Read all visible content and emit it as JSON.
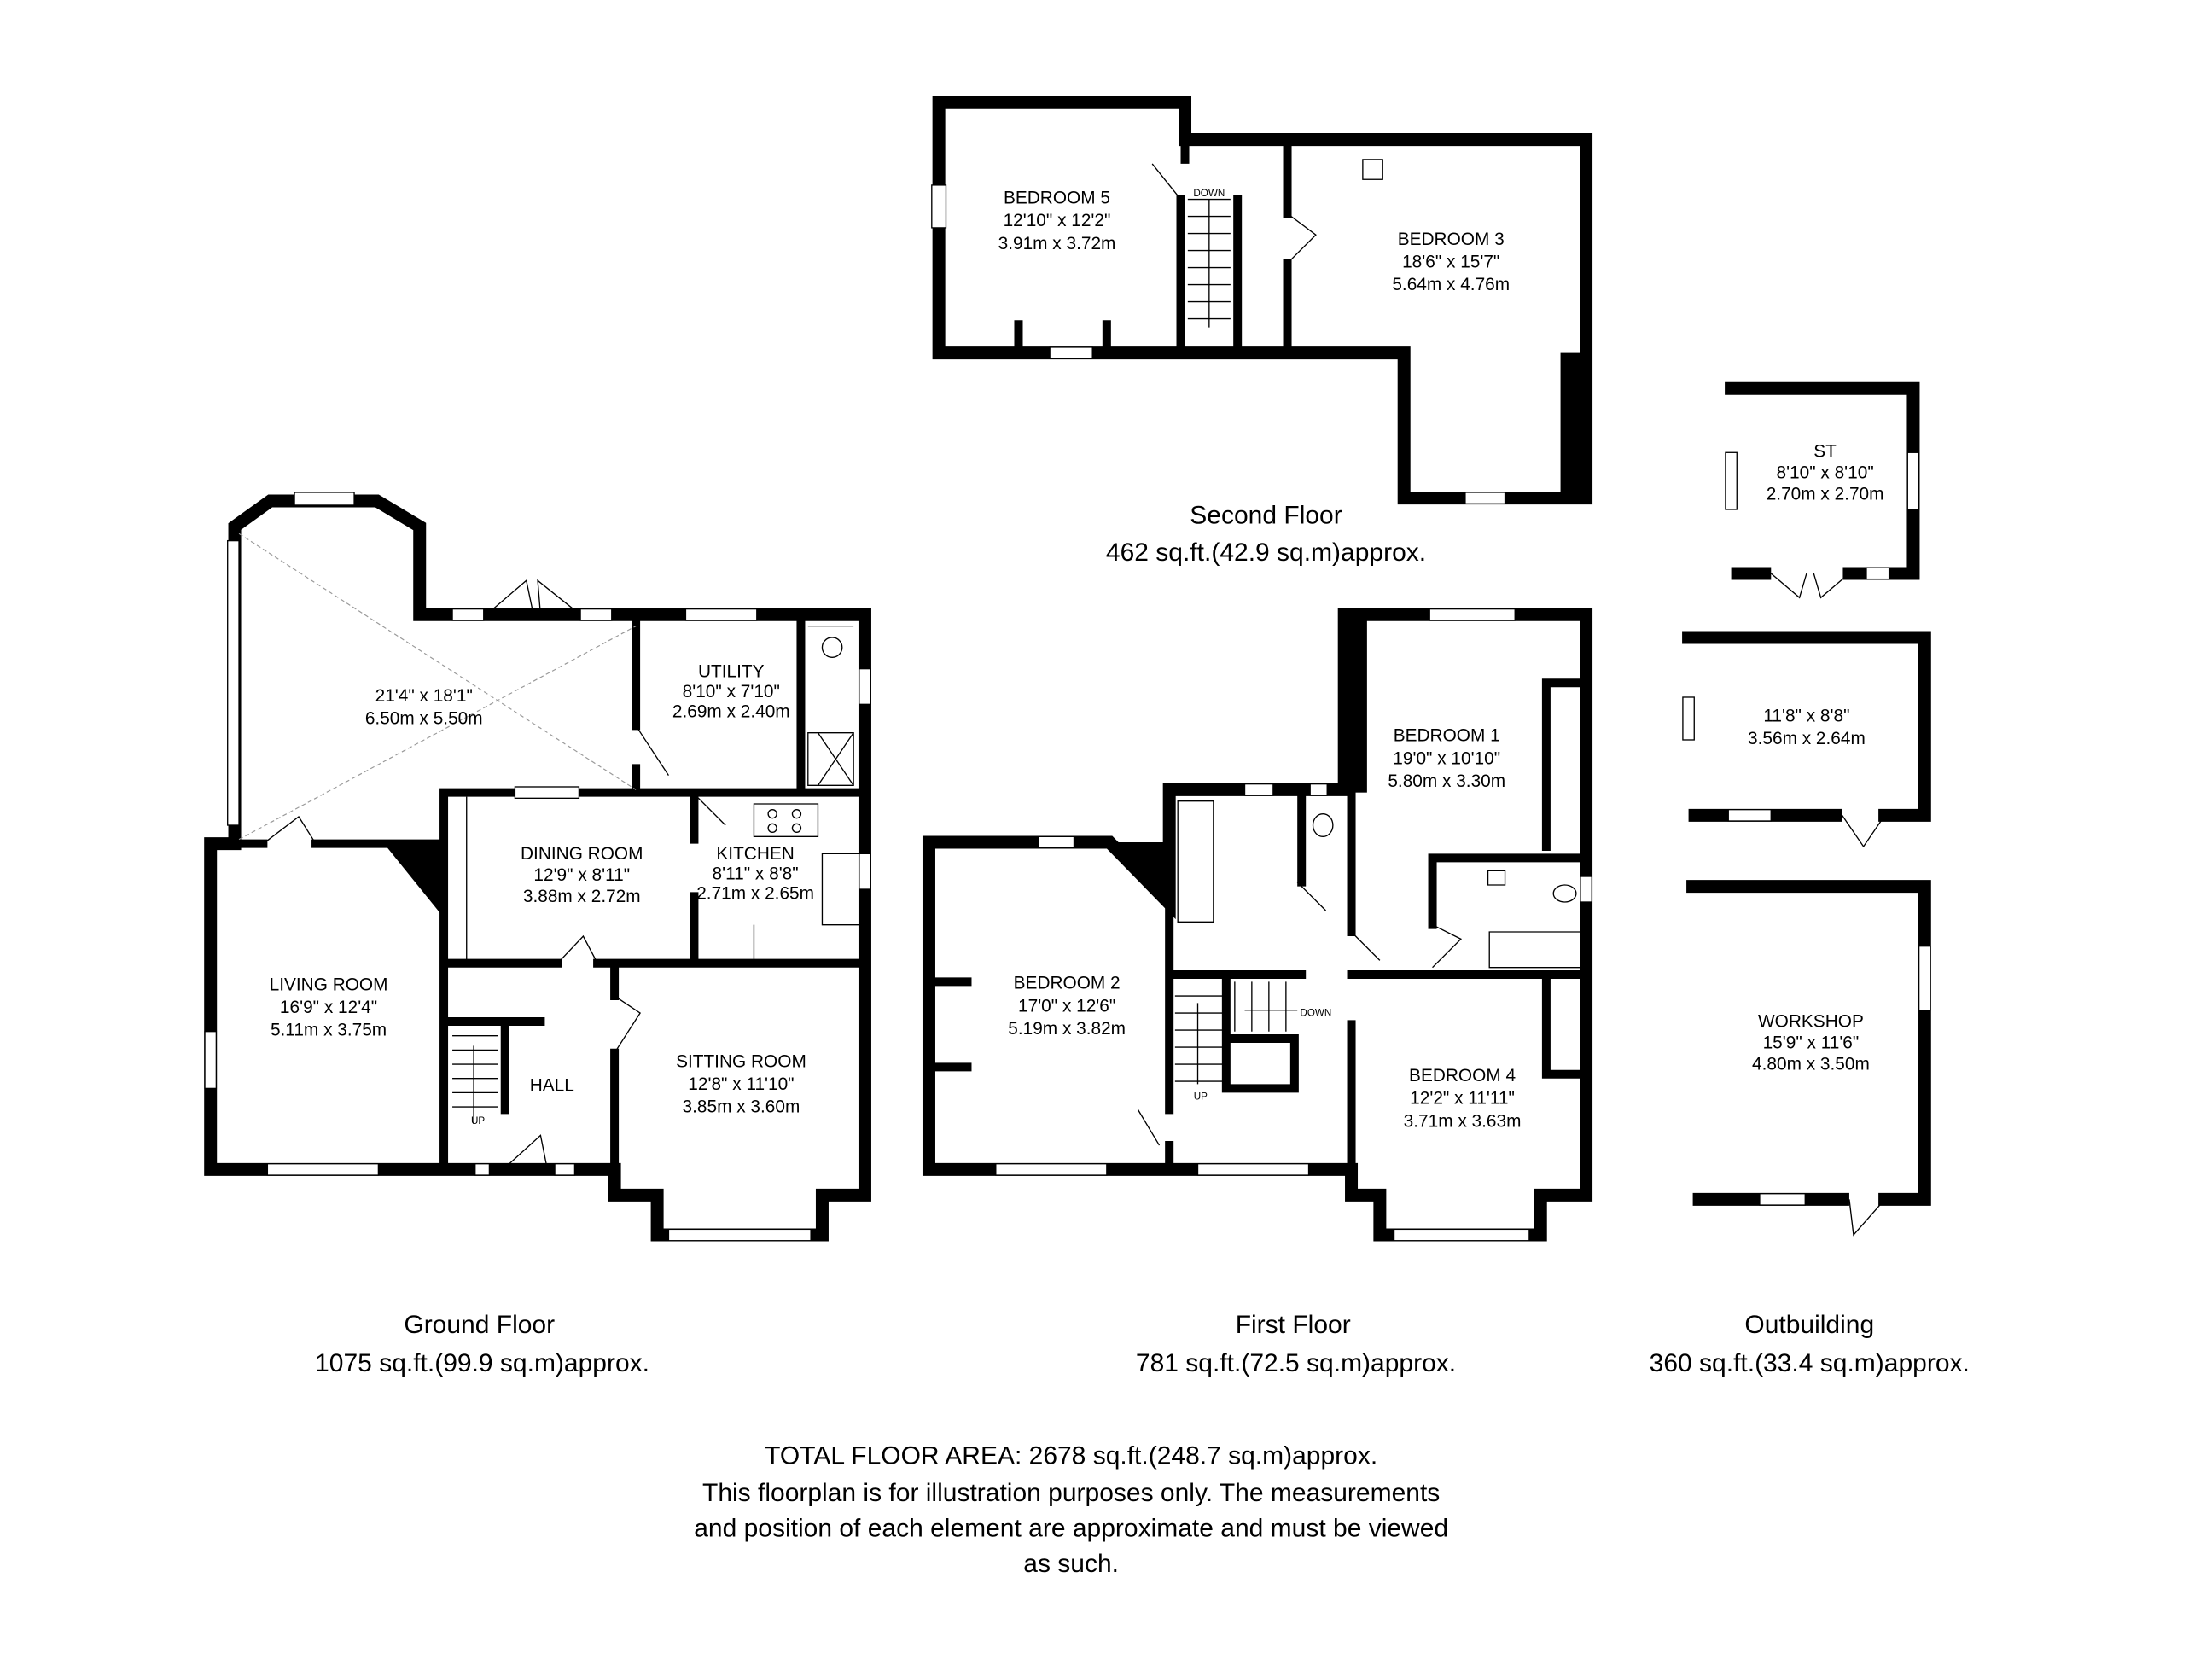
{
  "ground_floor": {
    "title": "Ground Floor",
    "area": "1075 sq.ft.(99.9 sq.m)approx.",
    "rooms": [
      {
        "name": "",
        "imperial": "21'4\" x 18'1\"",
        "metric": "6.50m x 5.50m"
      },
      {
        "name": "UTILITY",
        "imperial": "8'10\" x 7'10\"",
        "metric": "2.69m x 2.40m"
      },
      {
        "name": "DINING ROOM",
        "imperial": "12'9\" x 8'11\"",
        "metric": "3.88m x 2.72m"
      },
      {
        "name": "KITCHEN",
        "imperial": "8'11\" x 8'8\"",
        "metric": "2.71m x 2.65m"
      },
      {
        "name": "LIVING ROOM",
        "imperial": "16'9\" x 12'4\"",
        "metric": "5.11m x 3.75m"
      },
      {
        "name": "HALL"
      },
      {
        "name": "SITTING ROOM",
        "imperial": "12'8\" x 11'10\"",
        "metric": "3.85m x 3.60m"
      }
    ],
    "stairs_label": "UP"
  },
  "first_floor": {
    "title": "First Floor",
    "area": "781 sq.ft.(72.5 sq.m)approx.",
    "rooms": [
      {
        "name": "BEDROOM 1",
        "imperial": "19'0\" x 10'10\"",
        "metric": "5.80m x 3.30m"
      },
      {
        "name": "BEDROOM 2",
        "imperial": "17'0\" x 12'6\"",
        "metric": "5.19m x 3.82m"
      },
      {
        "name": "BEDROOM 4",
        "imperial": "12'2\" x 11'11\"",
        "metric": "3.71m x 3.63m"
      }
    ],
    "stairs_up": "UP",
    "stairs_down": "DOWN"
  },
  "second_floor": {
    "title": "Second Floor",
    "area": "462 sq.ft.(42.9 sq.m)approx.",
    "rooms": [
      {
        "name": "BEDROOM 5",
        "imperial": "12'10\" x 12'2\"",
        "metric": "3.91m x 3.72m"
      },
      {
        "name": "BEDROOM 3",
        "imperial": "18'6\" x 15'7\"",
        "metric": "5.64m x 4.76m"
      }
    ],
    "stairs_down": "DOWN"
  },
  "outbuilding": {
    "title": "Outbuilding",
    "area": "360 sq.ft.(33.4 sq.m)approx.",
    "rooms": [
      {
        "name": "ST",
        "imperial": "8'10\" x 8'10\"",
        "metric": "2.70m x 2.70m"
      },
      {
        "name": "",
        "imperial": "11'8\" x 8'8\"",
        "metric": "3.56m x 2.64m"
      },
      {
        "name": "WORKSHOP",
        "imperial": "15'9\" x 11'6\"",
        "metric": "4.80m x 3.50m"
      }
    ]
  },
  "footer": {
    "total": "TOTAL FLOOR AREA: 2678 sq.ft.(248.7 sq.m)approx.",
    "line1": "This floorplan is for illustration purposes only. The measurements",
    "line2": "and position of each element are approximate and must be viewed",
    "line3": "as such."
  }
}
